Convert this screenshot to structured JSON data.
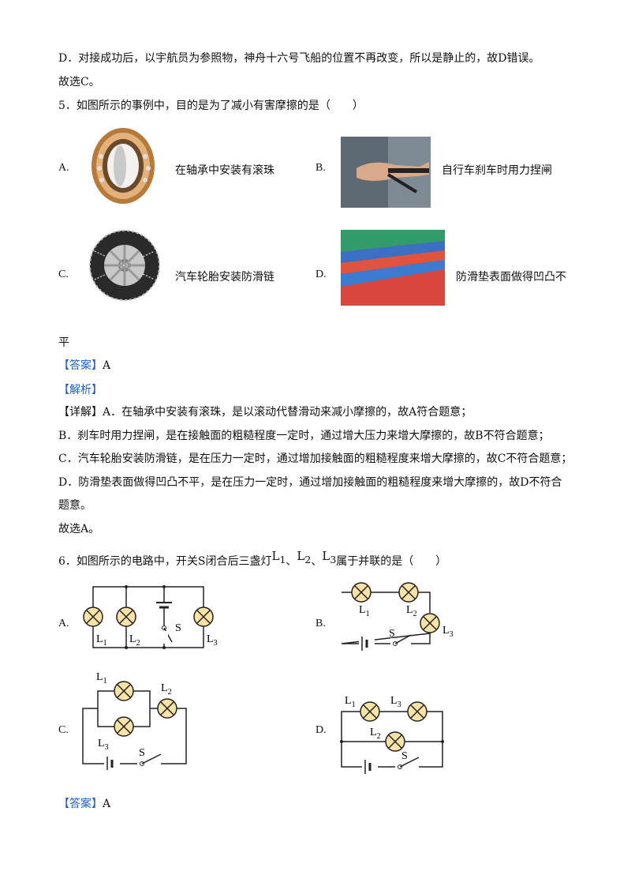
{
  "lines": {
    "l1": "D．对接成功后，以宇航员为参照物，神舟十六号飞船的位置不再改变，所以是静止的，故D错误。",
    "l2": "故选C。",
    "q5": "5．如图所示的事例中，目的是为了减小有害摩擦的是（　　）",
    "wrap": "平",
    "detail1": "A．在轴承中安装有滚珠，是以滚动代替滑动来减小摩擦的，故A符合题意；",
    "b": "B．刹车时用力捏闸，是在接触面的粗糙程度一定时，通过增大压力来增大摩擦的，故B不符合题意；",
    "c": "C．汽车轮胎安装防滑链，是在压力一定时，通过增加接触面的粗糙程度来增大摩擦的，故C不符合题意；",
    "d": "D．防滑垫表面做得凹凸不平，是在压力一定时，通过增加接触面的粗糙程度来增大摩擦的，故D不符合",
    "d2": "题意。",
    "sel": "故选A。",
    "q6a": "6．如图所示的电路中，开关S闭合后三盏灯",
    "q6b": "属于并联的是（　　）",
    "sep": "、"
  },
  "tags": {
    "answer": "【答案】",
    "analysis": "【解析】",
    "detail": "【详解】"
  },
  "answers": {
    "q5": "A",
    "q6": "A"
  },
  "q5_options": [
    {
      "letter": "A.",
      "text": "在轴承中安装有滚珠",
      "image": "bearing-photo"
    },
    {
      "letter": "B.",
      "text": "自行车刹车时用力捏闸",
      "image": "brake-photo"
    },
    {
      "letter": "C.",
      "text": "汽车轮胎安装防滑链",
      "image": "tire-chain-photo"
    },
    {
      "letter": "D.",
      "text": "防滑垫表面做得凹凸不",
      "image": "anti-slip-mat-photo"
    }
  ],
  "q6_option_letters": [
    "A.",
    "B.",
    "C.",
    "D."
  ],
  "labels": {
    "L": "L",
    "s1": "1",
    "s2": "2",
    "s3": "3",
    "S": "S"
  }
}
